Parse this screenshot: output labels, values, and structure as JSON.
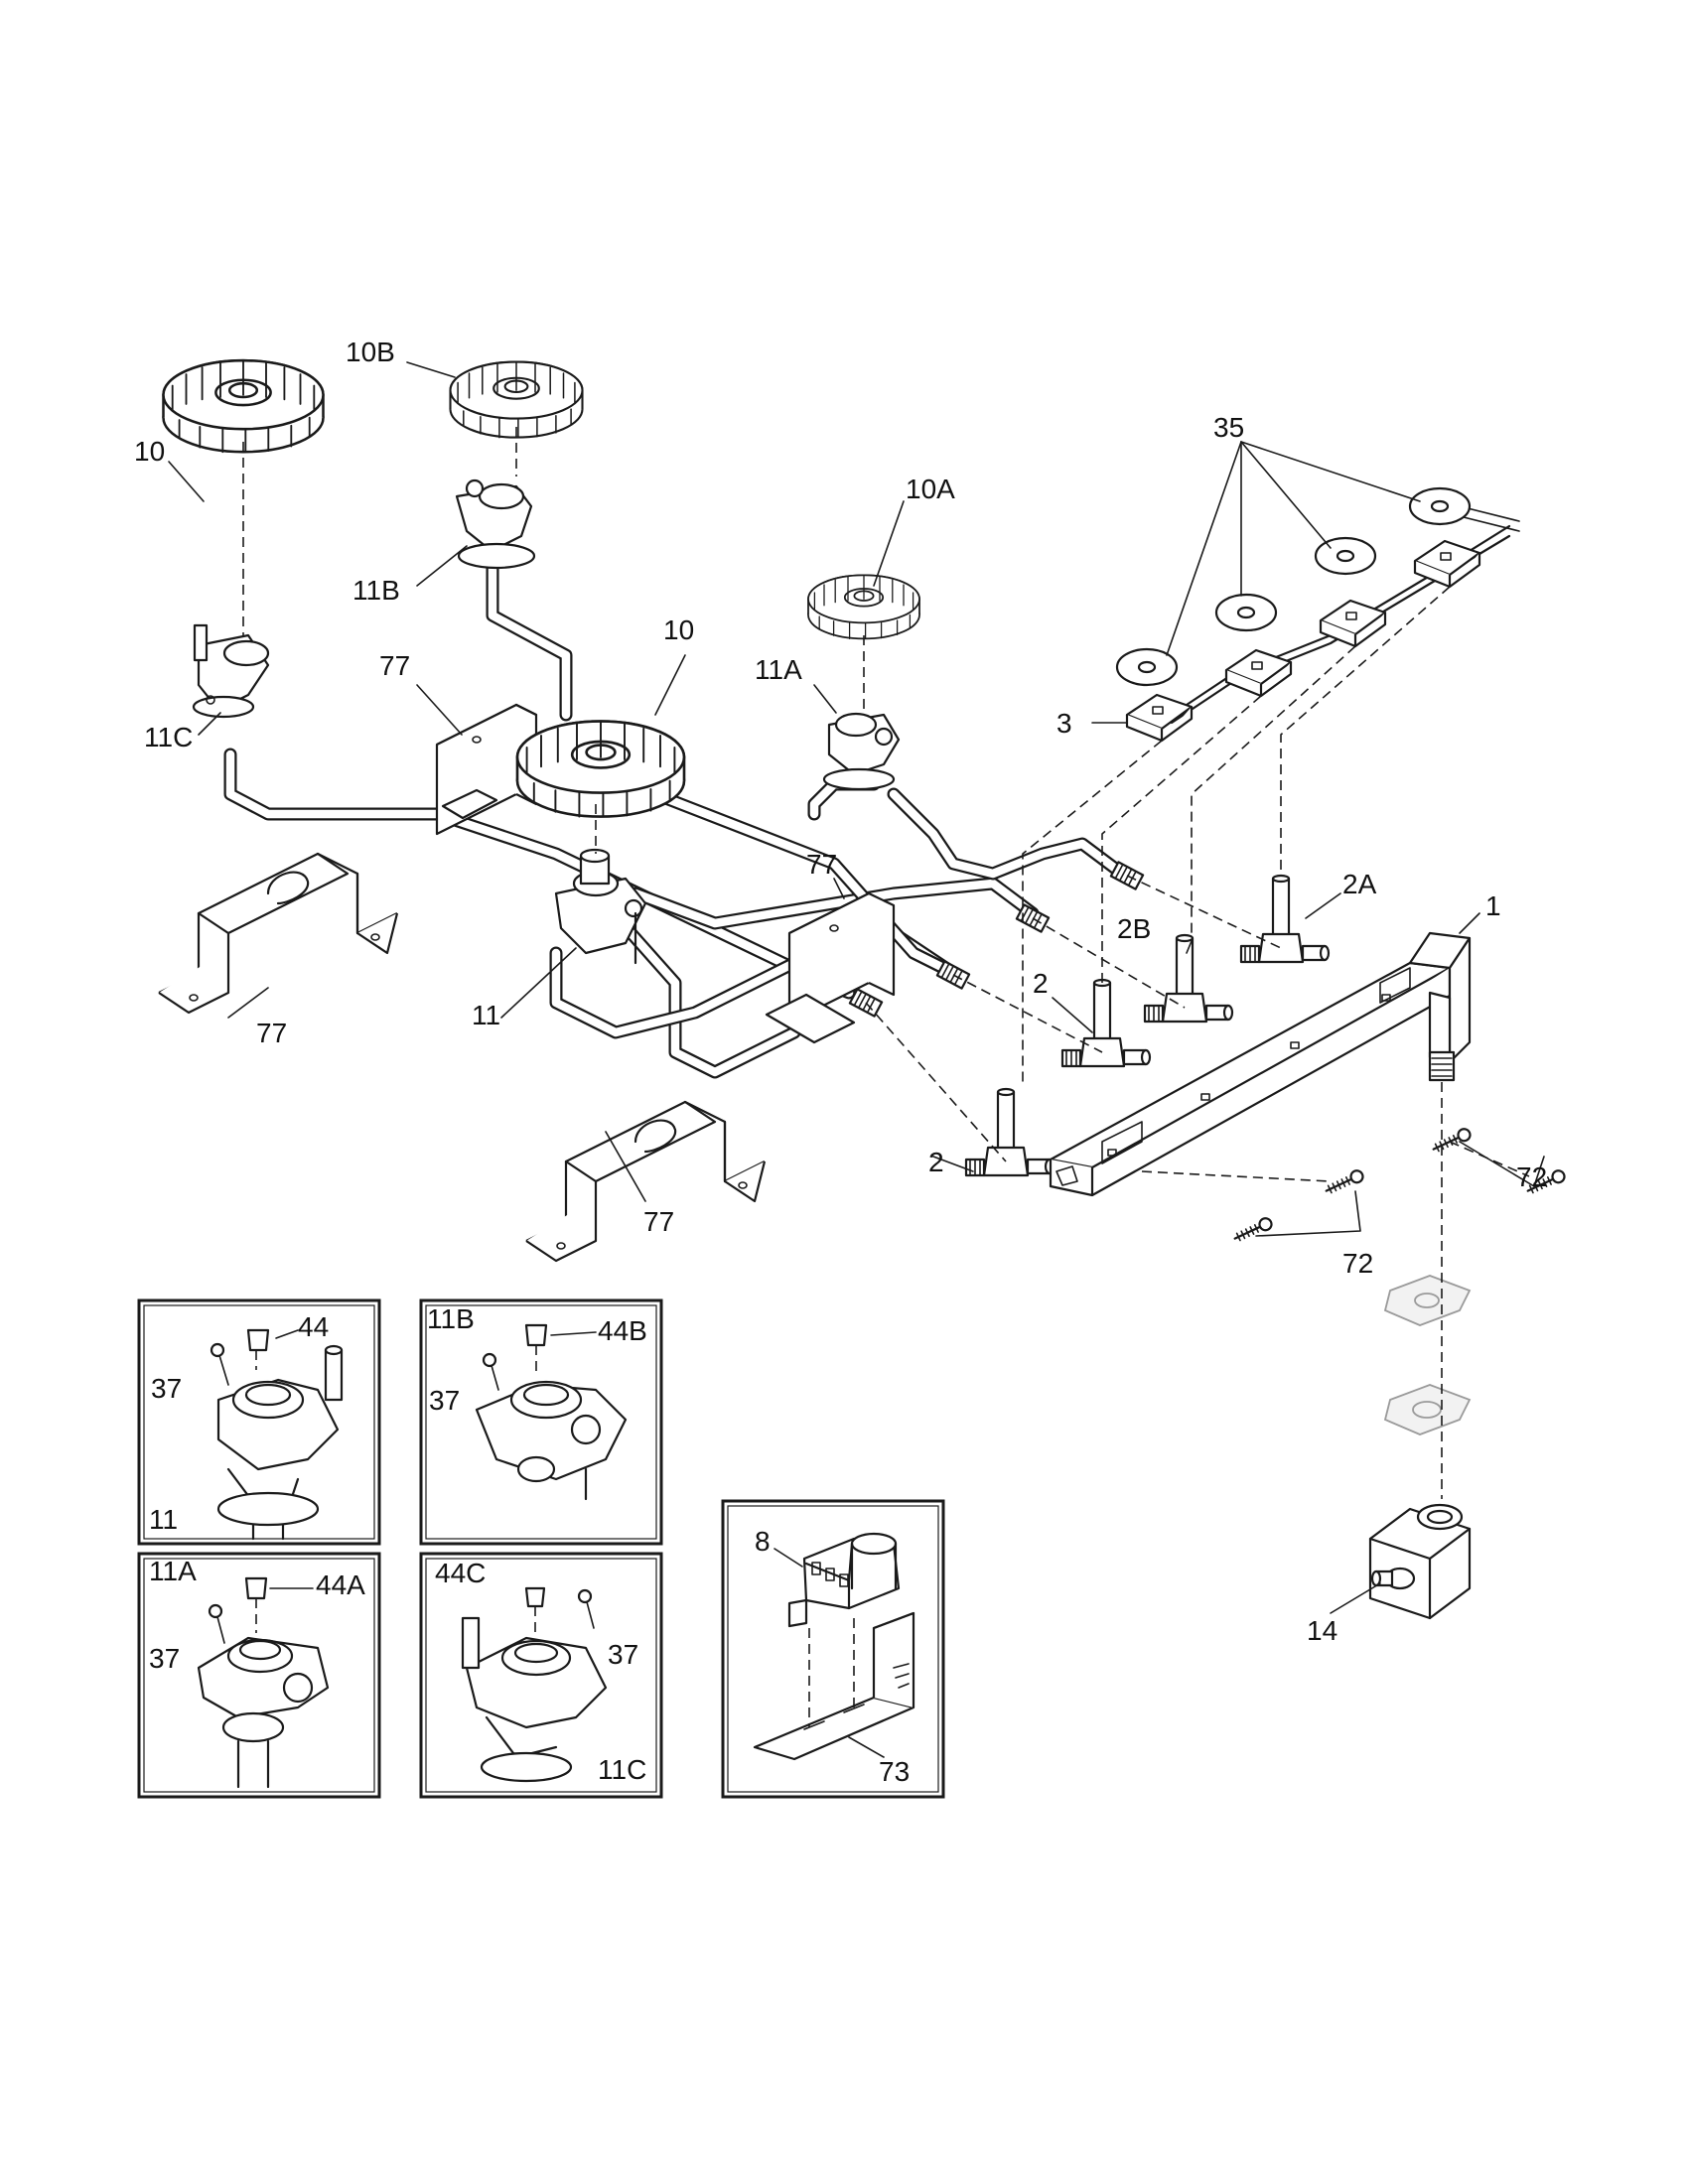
{
  "callouts": {
    "c10B": "10B",
    "c10_left": "10",
    "c11B": "11B",
    "c10A": "10A",
    "c35": "35",
    "c77_top": "77",
    "c10_center": "10",
    "c11A": "11A",
    "c11C": "11C",
    "c3": "3",
    "c77_mid": "77",
    "c2A": "2A",
    "c1": "1",
    "c2B": "2B",
    "c77_left": "77",
    "c2_mid": "2",
    "c11": "11",
    "c72_right": "72",
    "c2_low": "2",
    "c77_bottom": "77",
    "c72_low": "72",
    "c14": "14",
    "c8": "8",
    "c73": "73"
  },
  "insets": {
    "inset_11": {
      "id": "11",
      "c44": "44",
      "c37": "37"
    },
    "inset_11B": {
      "id": "11B",
      "c44B": "44B",
      "c37": "37"
    },
    "inset_11A": {
      "id": "11A",
      "c44A": "44A",
      "c37": "37"
    },
    "inset_11C": {
      "id": "11C",
      "c44C": "44C",
      "c37": "37"
    }
  }
}
